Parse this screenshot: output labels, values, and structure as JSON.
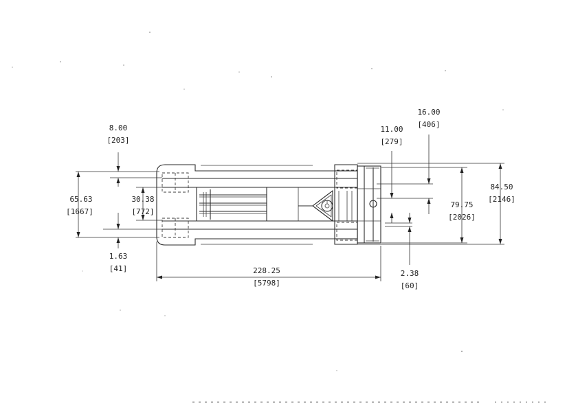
{
  "dimensions": {
    "d1": {
      "value": "8.00",
      "metric": "[203]"
    },
    "d2": {
      "value": "65.63",
      "metric": "[1667]"
    },
    "d3": {
      "value": "30.38",
      "metric": "[772]"
    },
    "d4": {
      "value": "1.63",
      "metric": "[41]"
    },
    "d5": {
      "value": "228.25",
      "metric": "[5798]"
    },
    "d6": {
      "value": "11.00",
      "metric": "[279]"
    },
    "d7": {
      "value": "16.00",
      "metric": "[406]"
    },
    "d8": {
      "value": "79.75",
      "metric": "[2026]"
    },
    "d9": {
      "value": "84.50",
      "metric": "[2146]"
    },
    "d10": {
      "value": "2.38",
      "metric": "[60]"
    }
  }
}
